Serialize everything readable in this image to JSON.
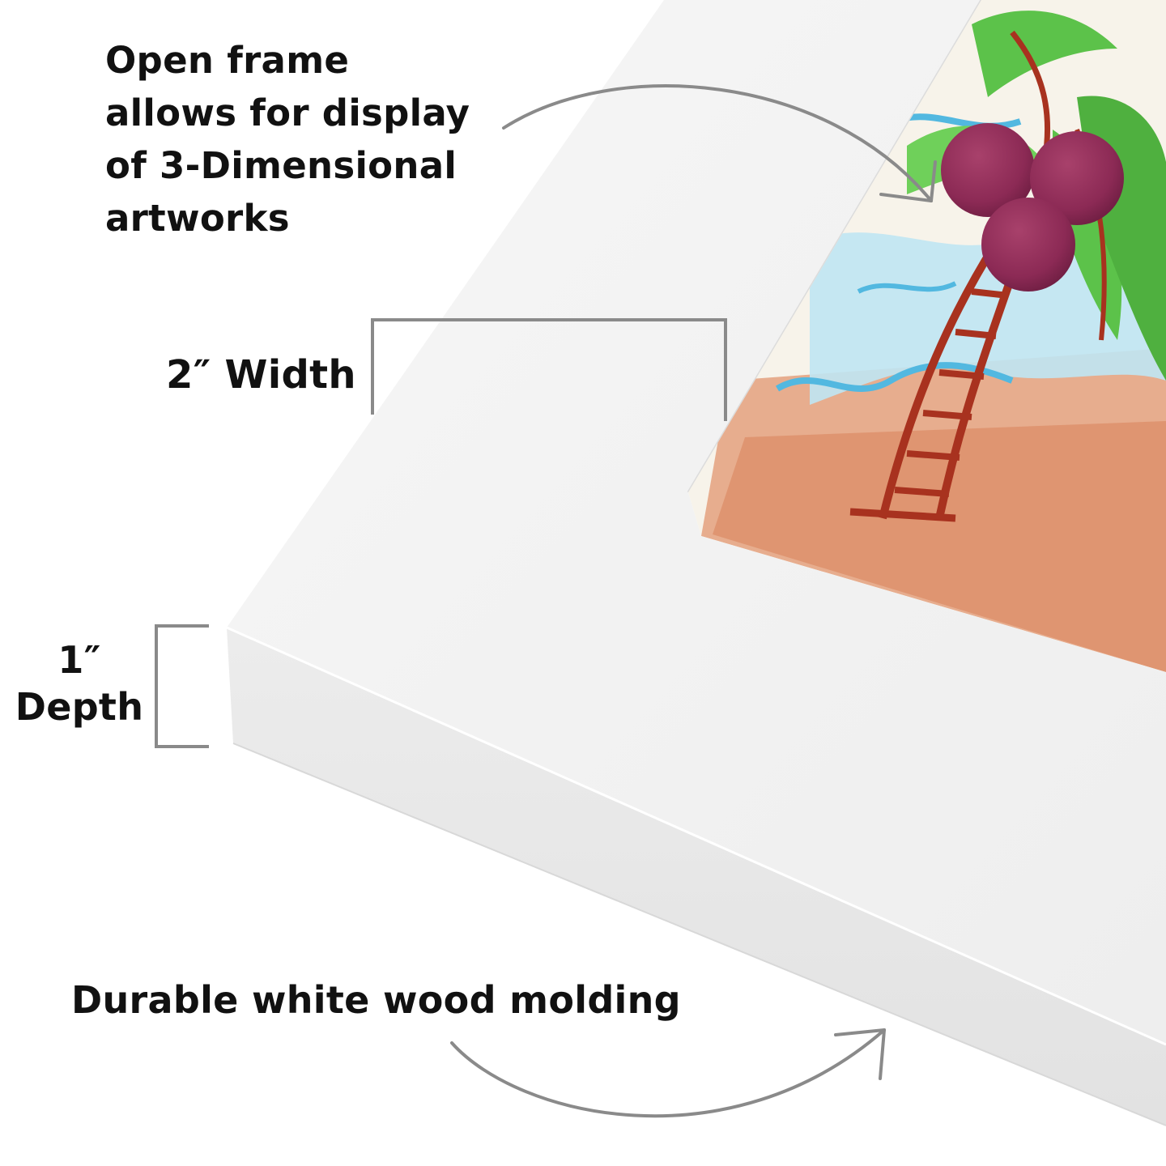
{
  "callouts": {
    "open_frame": {
      "lines": [
        "Open frame",
        "allows for display",
        "of 3-Dimensional",
        "artworks"
      ]
    },
    "width": {
      "text": "2″ Width"
    },
    "depth": {
      "lines": [
        "1″",
        "Depth"
      ]
    },
    "molding": {
      "text": "Durable white wood molding"
    }
  },
  "colors": {
    "text": "#111111",
    "annotation_lines": "#8a8a8a",
    "frame_face": "#f1f1f1",
    "frame_edge": "#e6e6e6",
    "drawing_paper": "#f7f3ea",
    "sand": "#d9825a",
    "water": "#52b8e0",
    "palm_leaves": "#5cc24a",
    "trunk": "#a8321f",
    "pompoms": "#8c2a55"
  }
}
